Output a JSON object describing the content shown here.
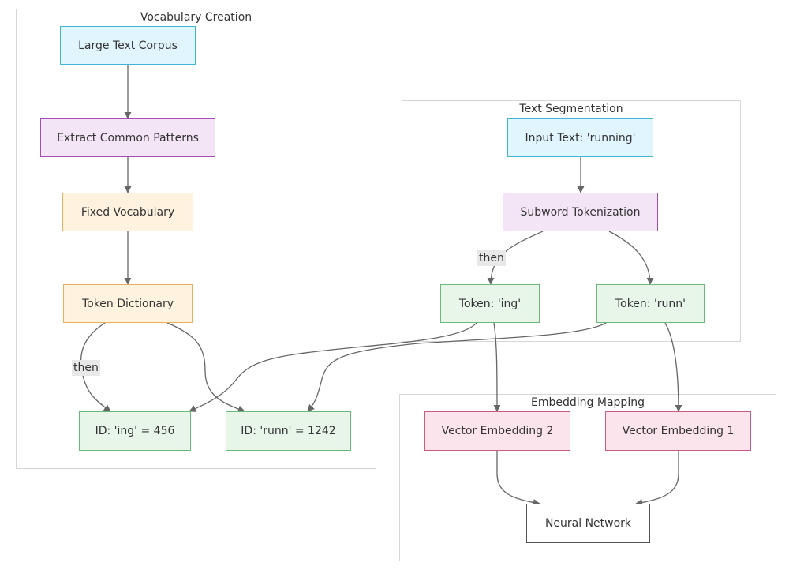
{
  "colors": {
    "blue_fill": "#e1f5fe",
    "blue_stroke": "#42b4d6",
    "purple_fill": "#f3e5f5",
    "purple_stroke": "#a64ab8",
    "orange_fill": "#fff3e0",
    "orange_stroke": "#e8b05a",
    "green_fill": "#e8f5e9",
    "green_stroke": "#6ab87a",
    "pink_fill": "#fce4ec",
    "pink_stroke": "#cc5a85",
    "edge": "#666666"
  },
  "clusters": {
    "vocabulary": {
      "title": "Vocabulary Creation"
    },
    "segmentation": {
      "title": "Text Segmentation"
    },
    "embedding": {
      "title": "Embedding Mapping"
    }
  },
  "nodes": {
    "corpus": {
      "label": "Large Text Corpus",
      "style": "blue"
    },
    "extract": {
      "label": "Extract Common Patterns",
      "style": "purple"
    },
    "fixed_vocab": {
      "label": "Fixed Vocabulary",
      "style": "orange"
    },
    "token_dict": {
      "label": "Token Dictionary",
      "style": "orange"
    },
    "id_ing": {
      "label": "ID: 'ing' = 456",
      "style": "green"
    },
    "id_runn": {
      "label": "ID: 'runn' = 1242",
      "style": "green"
    },
    "input_text": {
      "label": "Input Text: 'running'",
      "style": "blue"
    },
    "subword": {
      "label": "Subword Tokenization",
      "style": "purple"
    },
    "token_ing": {
      "label": "Token: 'ing'",
      "style": "green"
    },
    "token_runn": {
      "label": "Token: 'runn'",
      "style": "green"
    },
    "vec2": {
      "label": "Vector Embedding 2",
      "style": "pink"
    },
    "vec1": {
      "label": "Vector Embedding 1",
      "style": "pink"
    },
    "neural": {
      "label": "Neural Network",
      "style": "plain"
    }
  },
  "edges": [
    {
      "from": "corpus",
      "to": "extract"
    },
    {
      "from": "extract",
      "to": "fixed_vocab"
    },
    {
      "from": "fixed_vocab",
      "to": "token_dict"
    },
    {
      "from": "token_dict",
      "to": "id_ing",
      "label": "then"
    },
    {
      "from": "token_dict",
      "to": "id_runn"
    },
    {
      "from": "input_text",
      "to": "subword"
    },
    {
      "from": "subword",
      "to": "token_ing",
      "label": "then"
    },
    {
      "from": "subword",
      "to": "token_runn"
    },
    {
      "from": "token_ing",
      "to": "id_ing"
    },
    {
      "from": "token_runn",
      "to": "id_runn"
    },
    {
      "from": "token_ing",
      "to": "vec2"
    },
    {
      "from": "token_runn",
      "to": "vec1"
    },
    {
      "from": "vec2",
      "to": "neural"
    },
    {
      "from": "vec1",
      "to": "neural"
    }
  ]
}
